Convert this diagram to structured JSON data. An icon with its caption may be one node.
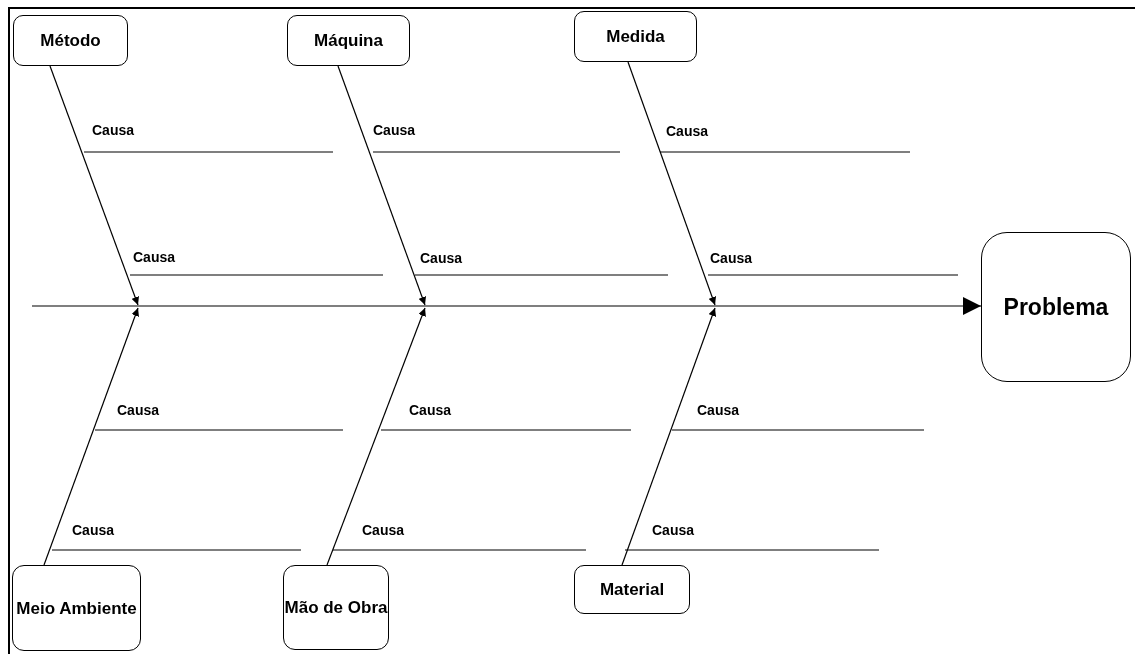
{
  "diagram": {
    "nodes": [
      {
        "text": [
          "Método"
        ]
      },
      {
        "text": [
          "Máquina"
        ]
      },
      {
        "text": [
          "Medida"
        ]
      },
      {
        "text": [
          "Problema"
        ]
      },
      {
        "text": [
          "Meio Ambiente"
        ]
      },
      {
        "text": [
          "Mão de Obra"
        ]
      },
      {
        "text": [
          "Material"
        ]
      }
    ],
    "edges": [
      {
        "from": 0,
        "to": null,
        "arrow": "to"
      },
      {
        "from": 1,
        "to": null,
        "arrow": "to"
      },
      {
        "from": 2,
        "to": null,
        "arrow": "to"
      },
      {
        "from": 4,
        "to": null,
        "arrow": "to"
      },
      {
        "from": 5,
        "to": null,
        "arrow": "to"
      },
      {
        "from": 6,
        "to": null,
        "arrow": "to"
      },
      {
        "from": null,
        "to": 3,
        "arrow": "to"
      }
    ],
    "labels": [
      "Causa",
      "Causa",
      "Causa",
      "Causa",
      "Causa",
      "Causa",
      "Causa",
      "Causa",
      "Causa",
      "Causa",
      "Causa",
      "Causa"
    ]
  }
}
